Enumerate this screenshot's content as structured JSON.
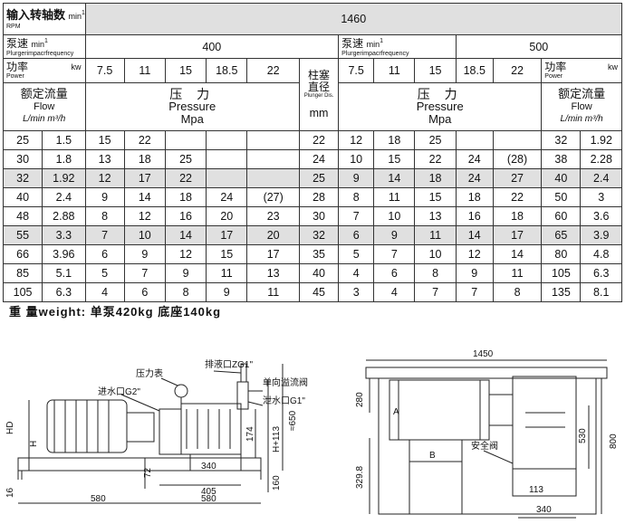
{
  "header": {
    "input_speed_label": "输入转轴数",
    "input_speed_unit": "min",
    "input_speed_exp": "1",
    "input_speed_sub": "RPM",
    "input_speed_value": "1460",
    "pump_speed_label": "泵速",
    "pump_speed_unit": "min",
    "pump_speed_exp": "1",
    "pump_speed_sub": "Plurgerimpacrfrequency",
    "pump_speed_left": "400",
    "pump_speed_right": "500",
    "power_label": "功率",
    "power_unit": "kw",
    "power_sub": "Power",
    "power_left": [
      "7.5",
      "11",
      "15",
      "18.5",
      "22"
    ],
    "power_right": [
      "7.5",
      "11",
      "15",
      "18.5",
      "22"
    ],
    "plunger_label_1": "柱塞",
    "plunger_label_2": "直径",
    "plunger_sub": "Plunger Dis.",
    "plunger_unit": "mm",
    "flow_label": "额定流量",
    "flow_sub": "Flow",
    "flow_units": "L/min  m³/h",
    "pressure_cn": "压 力",
    "pressure_en": "Pressure",
    "pressure_unit": "Mpa"
  },
  "rows": [
    {
      "flow_l": "25",
      "flow_m": "1.5",
      "p": [
        "15",
        "22",
        "",
        "",
        ""
      ],
      "dia": "22",
      "p2": [
        "12",
        "18",
        "25",
        "",
        ""
      ],
      "flow_l2": "32",
      "flow_m2": "1.92"
    },
    {
      "flow_l": "30",
      "flow_m": "1.8",
      "p": [
        "13",
        "18",
        "25",
        "",
        ""
      ],
      "dia": "24",
      "p2": [
        "10",
        "15",
        "22",
        "24",
        "(28)"
      ],
      "flow_l2": "38",
      "flow_m2": "2.28"
    },
    {
      "flow_l": "32",
      "flow_m": "1.92",
      "p": [
        "12",
        "17",
        "22",
        "",
        ""
      ],
      "dia": "25",
      "p2": [
        "9",
        "14",
        "18",
        "24",
        "27"
      ],
      "flow_l2": "40",
      "flow_m2": "2.4"
    },
    {
      "flow_l": "40",
      "flow_m": "2.4",
      "p": [
        "9",
        "14",
        "18",
        "24",
        "(27)"
      ],
      "dia": "28",
      "p2": [
        "8",
        "11",
        "15",
        "18",
        "22"
      ],
      "flow_l2": "50",
      "flow_m2": "3"
    },
    {
      "flow_l": "48",
      "flow_m": "2.88",
      "p": [
        "8",
        "12",
        "16",
        "20",
        "23"
      ],
      "dia": "30",
      "p2": [
        "7",
        "10",
        "13",
        "16",
        "18"
      ],
      "flow_l2": "60",
      "flow_m2": "3.6"
    },
    {
      "flow_l": "55",
      "flow_m": "3.3",
      "p": [
        "7",
        "10",
        "14",
        "17",
        "20"
      ],
      "dia": "32",
      "p2": [
        "6",
        "9",
        "11",
        "14",
        "17"
      ],
      "flow_l2": "65",
      "flow_m2": "3.9"
    },
    {
      "flow_l": "66",
      "flow_m": "3.96",
      "p": [
        "6",
        "9",
        "12",
        "15",
        "17"
      ],
      "dia": "35",
      "p2": [
        "5",
        "7",
        "10",
        "12",
        "14"
      ],
      "flow_l2": "80",
      "flow_m2": "4.8"
    },
    {
      "flow_l": "85",
      "flow_m": "5.1",
      "p": [
        "5",
        "7",
        "9",
        "11",
        "13"
      ],
      "dia": "40",
      "p2": [
        "4",
        "6",
        "8",
        "9",
        "11"
      ],
      "flow_l2": "105",
      "flow_m2": "6.3"
    },
    {
      "flow_l": "105",
      "flow_m": "6.3",
      "p": [
        "4",
        "6",
        "8",
        "9",
        "11"
      ],
      "dia": "45",
      "p2": [
        "3",
        "4",
        "7",
        "7",
        "8"
      ],
      "flow_l2": "135",
      "flow_m2": "8.1"
    }
  ],
  "weight_text": "重 量weight: 单泵420kg   底座140kg",
  "drawing_left": {
    "label_gauge": "压力表",
    "label_outlet": "排液口ZG1\"",
    "label_inlet": "进水口G2\"",
    "label_check": "单向溢流阀",
    "label_drain": "泄水口G1\"",
    "dim_hd": "HD",
    "dim_h": "H",
    "dim_16": "16",
    "dim_174": "174",
    "dim_h113": "H+113",
    "dim_650": "≈650",
    "dim_160": "160",
    "dim_72": "72",
    "dim_340": "340",
    "dim_405": "405",
    "dim_580a": "580",
    "dim_580b": "580"
  },
  "drawing_right": {
    "dim_1450": "1450",
    "dim_280": "280",
    "dim_530": "530",
    "dim_800": "800",
    "dim_3298": "329.8",
    "dim_113": "113",
    "dim_340": "340",
    "label_a": "A",
    "label_b": "B",
    "label_valve": "安全阀"
  }
}
